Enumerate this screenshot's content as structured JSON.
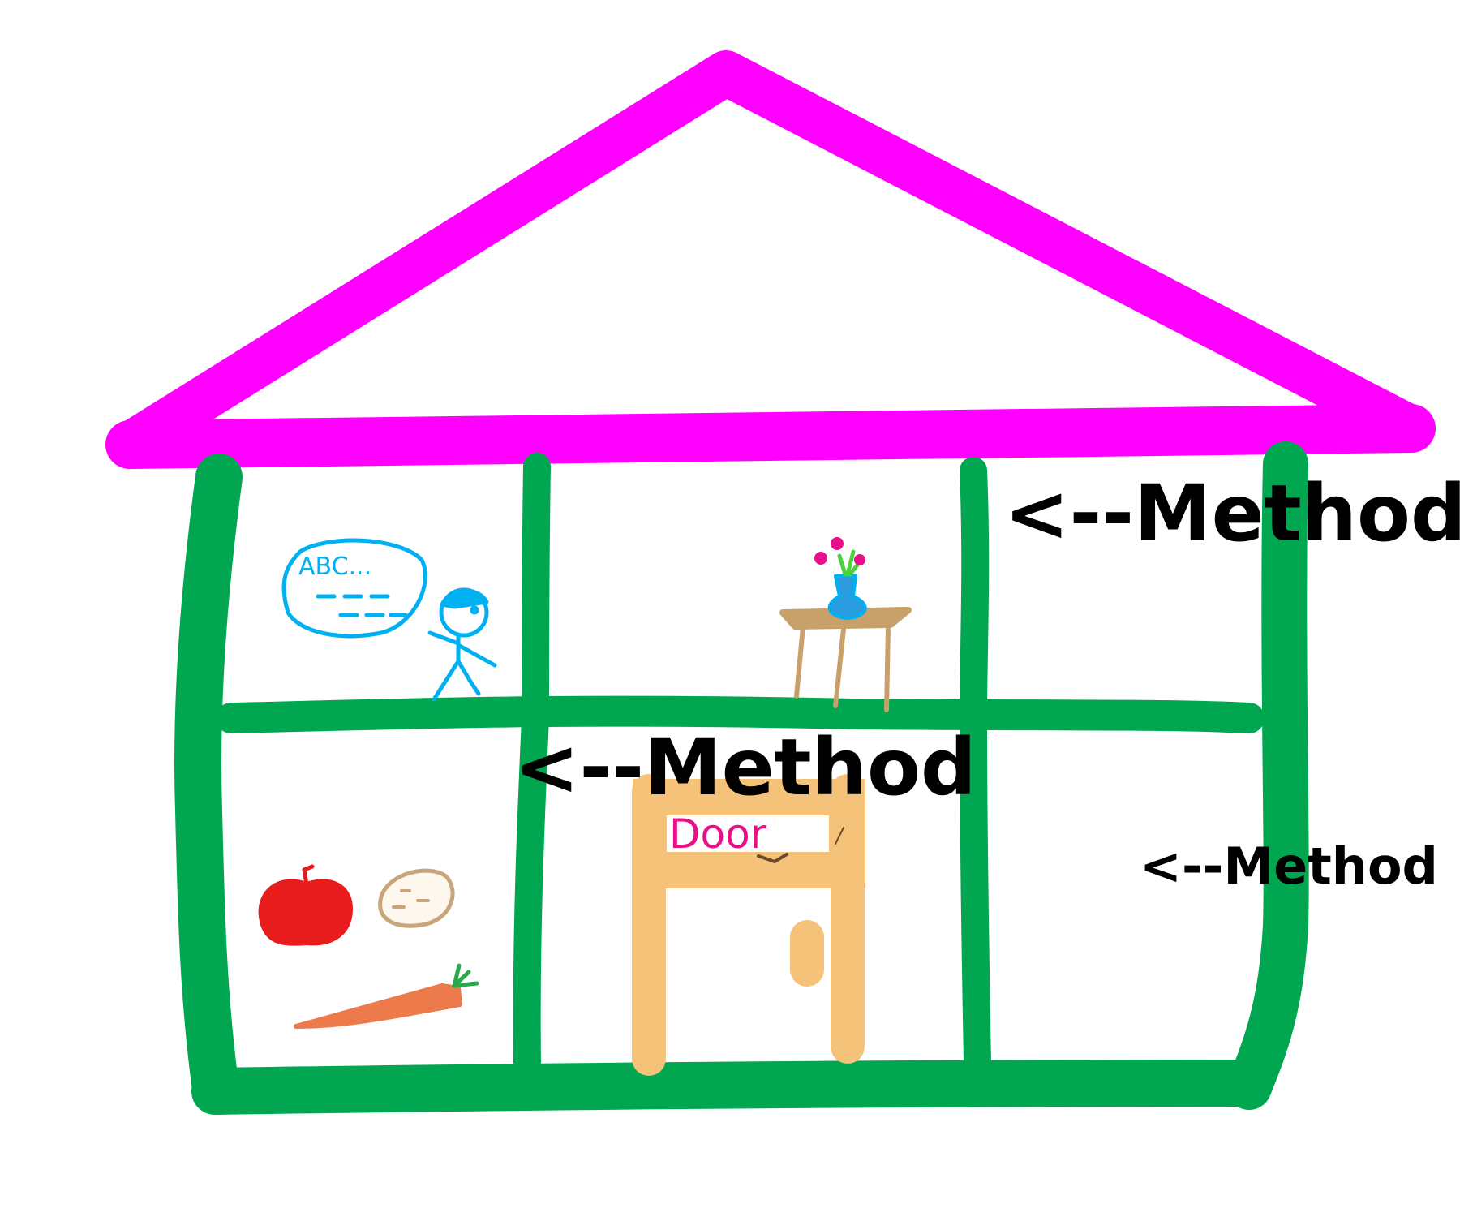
{
  "labels": {
    "method_top": "<--Method",
    "method_middle": "<--Method",
    "method_right": "<--Method"
  },
  "drawing": {
    "speech_bubble_text": "ABC...",
    "door_sign": "Door"
  },
  "colors": {
    "roof": "#ff00ff",
    "walls": "#00a650",
    "person": "#00b0f0",
    "table": "#c8a06a",
    "door": "#f5c27a",
    "door_sign_text": "#e8108a",
    "apple": "#e81c1c",
    "potato": "#c9a57a",
    "carrot": "#ec7a4a",
    "label_text": "#000000"
  }
}
